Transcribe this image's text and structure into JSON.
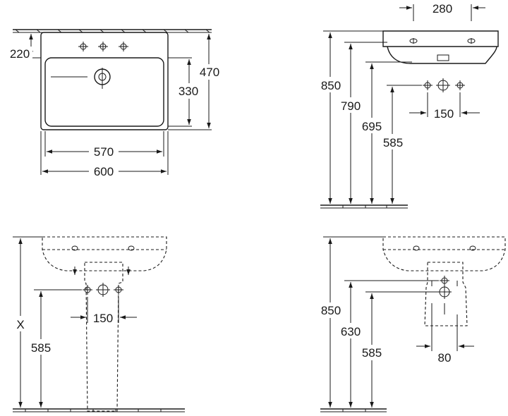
{
  "top_view": {
    "back_depth": "220",
    "bowl_depth": "330",
    "total_depth": "470",
    "inner_width": "570",
    "total_width": "600"
  },
  "side_view": {
    "tap_spacing": "280",
    "rim_height": "850",
    "underside_height": "790",
    "trap_height": "695",
    "supply_height": "585",
    "supply_spacing": "150"
  },
  "front_view_semi_pedestal": {
    "variable_height": "X",
    "supply_height": "585",
    "supply_spacing": "150"
  },
  "front_view_pedestal": {
    "rim_height": "850",
    "trap_height": "630",
    "supply_height": "585",
    "supply_spacing": "80"
  }
}
